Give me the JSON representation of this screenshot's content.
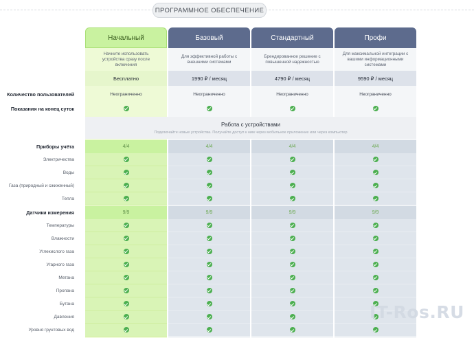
{
  "page": {
    "title": "ПРОГРАММНОЕ ОБЕСПЕЧЕНИЕ"
  },
  "plans": [
    {
      "name": "Начальный",
      "description": "Начните использовать устройства сразу после включения",
      "price": "Бесплатно",
      "users": "Неограниченно",
      "groups": [
        "4/4",
        "9/9"
      ]
    },
    {
      "name": "Базовый",
      "description": "Для эффективной работы с внешними системами",
      "price": "1990 ₽ / месяц",
      "users": "Неограниченно",
      "groups": [
        "4/4",
        "9/9"
      ]
    },
    {
      "name": "Стандартный",
      "description": "Брендированное решение с повышенной надежностью",
      "price": "4790 ₽ / месяц",
      "users": "Неограниченно",
      "groups": [
        "4/4",
        "9/9"
      ]
    },
    {
      "name": "Профи",
      "description": "Для максимальной интеграции с вашими информационными системами",
      "price": "9590 ₽ / месяц",
      "users": "Неограниченно",
      "groups": [
        "4/4",
        "9/9"
      ]
    }
  ],
  "rows": {
    "users_label": "Количество пользователей",
    "readings_label": "Показания на конец суток"
  },
  "work_section": {
    "title": "Работа с устройствами",
    "subtitle": "Подключайте новые устройства. Получайте доступ к ним через мобильное приложение или через компьютер"
  },
  "group1": {
    "label": "Приборы учёта",
    "items": [
      "Электричества",
      "Воды",
      "Газа (природный и сжиженный)",
      "Тепла"
    ]
  },
  "group2": {
    "label": "Датчики измерения",
    "items": [
      "Температуры",
      "Влажности",
      "Углекислого газа",
      "Угарного газа",
      "Метана",
      "Пропана",
      "Бутана",
      "Давления",
      "Уровня грунтовых вод"
    ]
  },
  "watermark": "IT-Ros.RU",
  "colors": {
    "starter": "#c9f2a0",
    "starter_bg": "#eefad6",
    "plan_header": "#5d6b8d",
    "plan_bg": "#e4e8ee",
    "check": "#4caf50"
  }
}
